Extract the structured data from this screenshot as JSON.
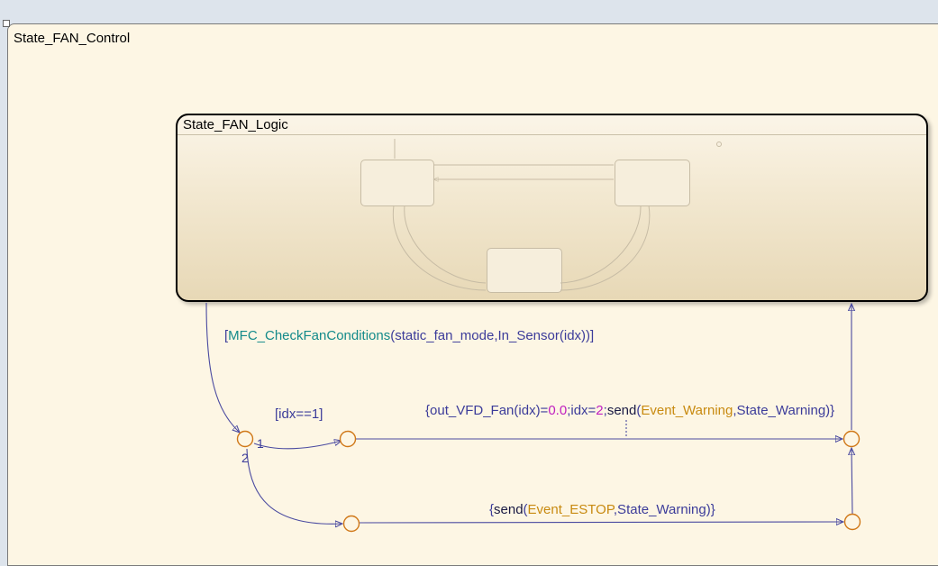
{
  "outer_state": {
    "title": "State_FAN_Control"
  },
  "inner_state": {
    "title": "State_FAN_Logic"
  },
  "transitions": {
    "condition_main": {
      "open": "[",
      "func": "MFC_CheckFanConditions",
      "args": "(static_fan_mode,In_Sensor(idx))",
      "close": "]"
    },
    "condition_idx": "[idx==1]",
    "action_warning": {
      "p1": "{out_VFD_Fan(idx)=",
      "p2": "0.0",
      "p3": ";idx=",
      "p4": "2",
      "p5": ";",
      "p6": "send",
      "p7": "(",
      "p8": "Event_Warning",
      "p9": ",State_Warning)}"
    },
    "action_estop": {
      "p1": "{",
      "p2": "send",
      "p3": "(",
      "p4": "Event_ESTOP",
      "p5": ",State_Warning)}"
    },
    "order_1": "1",
    "order_2": "2"
  },
  "colors": {
    "background": "#dde4ec",
    "state_fill": "#fdf6e4",
    "junction": "#d07818",
    "transition": "#4a4aa0",
    "keyword_orange": "#c88a10",
    "number_magenta": "#c020c0",
    "function_teal": "#138a8a"
  }
}
